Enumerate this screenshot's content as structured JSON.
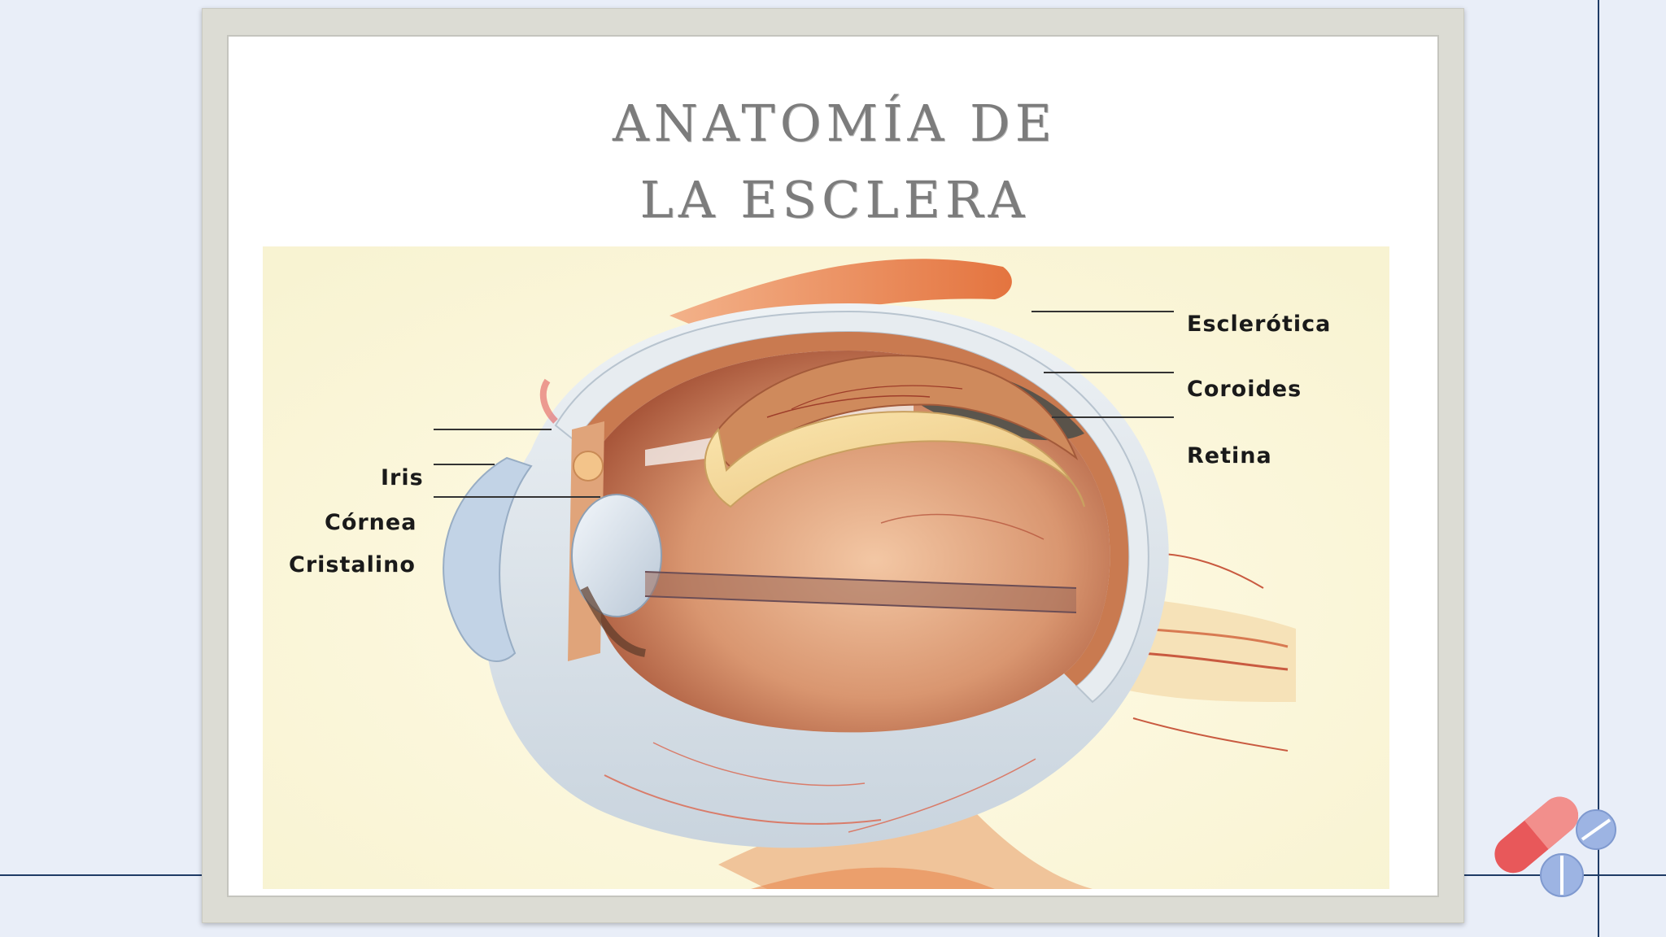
{
  "title": {
    "line1": "Anatomía de",
    "line2": "la Esclera"
  },
  "labels": {
    "esclerotica": "Esclerótica",
    "coroides": "Coroides",
    "retina": "Retina",
    "iris": "Iris",
    "cornea": "Córnea",
    "cristalino": "Cristalino"
  },
  "colors": {
    "background": "#e9eef8",
    "guide_lines": "#1f3b66",
    "frame": "#dcdcd4",
    "title": "#7c7c7c",
    "illustration_bg": "#fbf8df",
    "pill_red": "#e8585a",
    "pill_blue": "#9db4e3"
  },
  "icons": {
    "logo": "pill-capsule-icon"
  }
}
